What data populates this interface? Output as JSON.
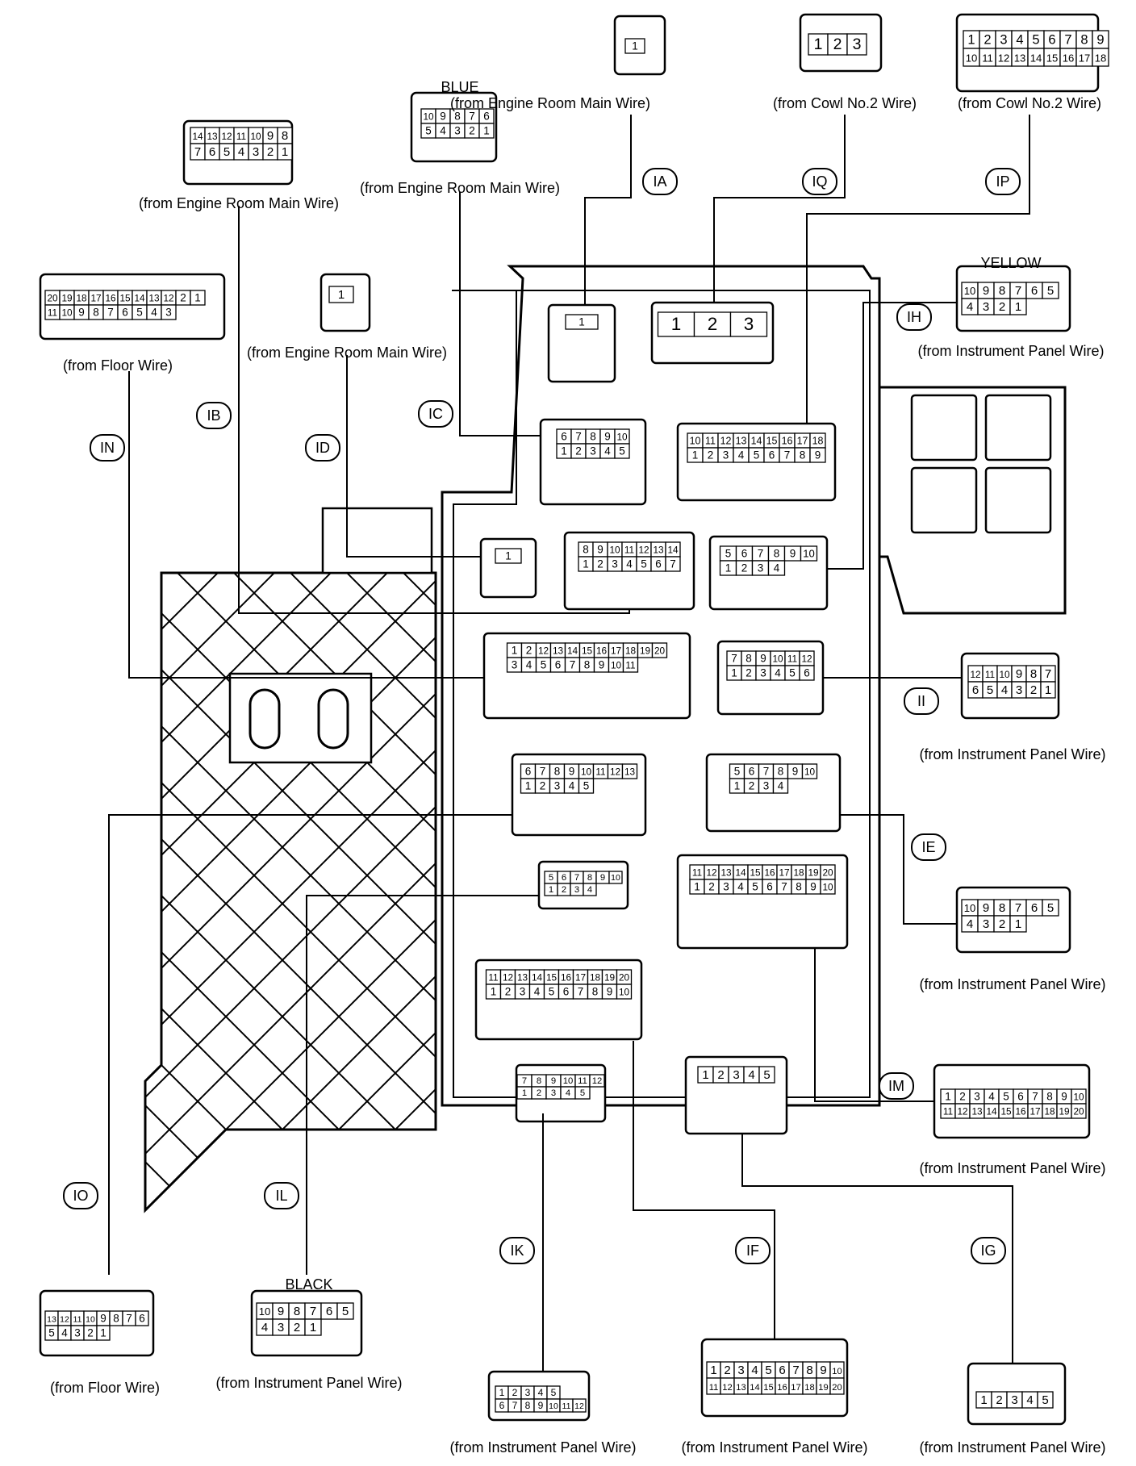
{
  "connectors": [
    {
      "code": "IA",
      "color": "",
      "source": "(from Engine Room Main Wire)",
      "pins": [
        [
          "1"
        ]
      ]
    },
    {
      "code": "IQ",
      "color": "",
      "source": "(from Cowl No.2 Wire)",
      "pins": [
        [
          "1",
          "2",
          "3"
        ]
      ]
    },
    {
      "code": "IP",
      "color": "",
      "source": "(from Cowl No.2 Wire)",
      "pins": [
        [
          "1",
          "2",
          "3",
          "4",
          "5",
          "6",
          "7",
          "8",
          "9"
        ],
        [
          "10",
          "11",
          "12",
          "13",
          "14",
          "15",
          "16",
          "17",
          "18"
        ]
      ]
    },
    {
      "code": "IB",
      "color": "",
      "source": "(from Engine Room Main Wire)",
      "pins": [
        [
          "14",
          "13",
          "12",
          "11",
          "10",
          "9",
          "8"
        ],
        [
          "7",
          "6",
          "5",
          "4",
          "3",
          "2",
          "1"
        ]
      ]
    },
    {
      "code": "IC",
      "color": "BLUE",
      "source": "(from Engine Room Main Wire)",
      "pins": [
        [
          "10",
          "9",
          "8",
          "7",
          "6"
        ],
        [
          "5",
          "4",
          "3",
          "2",
          "1"
        ]
      ]
    },
    {
      "code": "IN",
      "color": "",
      "source": "(from Floor Wire)",
      "pins": [
        [
          "20",
          "19",
          "18",
          "17",
          "16",
          "15",
          "14",
          "13",
          "12",
          "2",
          "1"
        ],
        [
          "11",
          "10",
          "9",
          "8",
          "7",
          "6",
          "5",
          "4",
          "3"
        ]
      ]
    },
    {
      "code": "ID",
      "color": "",
      "source": "(from Engine Room Main Wire)",
      "pins": [
        [
          "1"
        ]
      ]
    },
    {
      "code": "IH",
      "color": "YELLOW",
      "source": "(from Instrument Panel Wire)",
      "pins": [
        [
          "10",
          "9",
          "8",
          "7",
          "6",
          "5"
        ],
        [
          "4",
          "3",
          "2",
          "1"
        ]
      ]
    },
    {
      "code": "II",
      "color": "",
      "source": "(from Instrument Panel Wire)",
      "pins": [
        [
          "12",
          "11",
          "10",
          "9",
          "8",
          "7"
        ],
        [
          "6",
          "5",
          "4",
          "3",
          "2",
          "1"
        ]
      ]
    },
    {
      "code": "IE",
      "color": "",
      "source": "(from Instrument Panel Wire)",
      "pins": [
        [
          "10",
          "9",
          "8",
          "7",
          "6",
          "5"
        ],
        [
          "4",
          "3",
          "2",
          "1"
        ]
      ]
    },
    {
      "code": "IM",
      "color": "",
      "source": "(from Instrument Panel Wire)",
      "pins": [
        [
          "1",
          "2",
          "3",
          "4",
          "5",
          "6",
          "7",
          "8",
          "9",
          "10"
        ],
        [
          "11",
          "12",
          "13",
          "14",
          "15",
          "16",
          "17",
          "18",
          "19",
          "20"
        ]
      ]
    },
    {
      "code": "IO",
      "color": "",
      "source": "(from Floor Wire)",
      "pins": [
        [
          "13",
          "12",
          "11",
          "10",
          "9",
          "8",
          "7",
          "6"
        ],
        [
          "5",
          "4",
          "3",
          "2",
          "1"
        ]
      ]
    },
    {
      "code": "IL",
      "color": "BLACK",
      "source": "(from Instrument Panel Wire)",
      "pins": [
        [
          "10",
          "9",
          "8",
          "7",
          "6",
          "5"
        ],
        [
          "4",
          "3",
          "2",
          "1"
        ]
      ]
    },
    {
      "code": "IK",
      "color": "",
      "source": "(from Instrument Panel Wire)",
      "pins": [
        [
          "1",
          "2",
          "3",
          "4",
          "5"
        ],
        [
          "6",
          "7",
          "8",
          "9",
          "10",
          "11",
          "12"
        ]
      ]
    },
    {
      "code": "IF",
      "color": "",
      "source": "(from Instrument Panel Wire)",
      "pins": [
        [
          "1",
          "2",
          "3",
          "4",
          "5",
          "6",
          "7",
          "8",
          "9",
          "10"
        ],
        [
          "11",
          "12",
          "13",
          "14",
          "15",
          "16",
          "17",
          "18",
          "19",
          "20"
        ]
      ]
    },
    {
      "code": "IG",
      "color": "",
      "source": "(from Instrument Panel Wire)",
      "pins": [
        [
          "1",
          "2",
          "3",
          "4",
          "5"
        ]
      ]
    }
  ],
  "junction_block": {
    "slots": [
      {
        "pins": [
          [
            "1"
          ]
        ]
      },
      {
        "pins": [
          [
            "1",
            "2",
            "3"
          ]
        ]
      },
      {
        "pins": [
          [
            "6",
            "7",
            "8",
            "9",
            "10"
          ],
          [
            "1",
            "2",
            "3",
            "4",
            "5"
          ]
        ]
      },
      {
        "pins": [
          [
            "10",
            "11",
            "12",
            "13",
            "14",
            "15",
            "16",
            "17",
            "18"
          ],
          [
            "1",
            "2",
            "3",
            "4",
            "5",
            "6",
            "7",
            "8",
            "9"
          ]
        ]
      },
      {
        "pins": [
          [
            "1"
          ]
        ]
      },
      {
        "pins": [
          [
            "8",
            "9",
            "10",
            "11",
            "12",
            "13",
            "14"
          ],
          [
            "1",
            "2",
            "3",
            "4",
            "5",
            "6",
            "7"
          ]
        ]
      },
      {
        "pins": [
          [
            "5",
            "6",
            "7",
            "8",
            "9",
            "10"
          ],
          [
            "1",
            "2",
            "3",
            "4"
          ]
        ]
      },
      {
        "pins": [
          [
            "1",
            "2",
            "12",
            "13",
            "14",
            "15",
            "16",
            "17",
            "18",
            "19",
            "20"
          ],
          [
            "3",
            "4",
            "5",
            "6",
            "7",
            "8",
            "9",
            "10",
            "11"
          ]
        ]
      },
      {
        "pins": [
          [
            "7",
            "8",
            "9",
            "10",
            "11",
            "12"
          ],
          [
            "1",
            "2",
            "3",
            "4",
            "5",
            "6"
          ]
        ]
      },
      {
        "pins": [
          [
            "6",
            "7",
            "8",
            "9",
            "10",
            "11",
            "12",
            "13"
          ],
          [
            "1",
            "2",
            "3",
            "4",
            "5"
          ]
        ]
      },
      {
        "pins": [
          [
            "5",
            "6",
            "7",
            "8",
            "9",
            "10"
          ],
          [
            "1",
            "2",
            "3",
            "4"
          ]
        ]
      },
      {
        "pins": [
          [
            "5",
            "6",
            "7",
            "8",
            "9",
            "10"
          ],
          [
            "1",
            "2",
            "3",
            "4"
          ]
        ]
      },
      {
        "pins": [
          [
            "11",
            "12",
            "13",
            "14",
            "15",
            "16",
            "17",
            "18",
            "19",
            "20"
          ],
          [
            "1",
            "2",
            "3",
            "4",
            "5",
            "6",
            "7",
            "8",
            "9",
            "10"
          ]
        ]
      },
      {
        "pins": [
          [
            "11",
            "12",
            "13",
            "14",
            "15",
            "16",
            "17",
            "18",
            "19",
            "20"
          ],
          [
            "1",
            "2",
            "3",
            "4",
            "5",
            "6",
            "7",
            "8",
            "9",
            "10"
          ]
        ]
      },
      {
        "pins": [
          [
            "7",
            "8",
            "9",
            "10",
            "11",
            "12"
          ],
          [
            "1",
            "2",
            "3",
            "4",
            "5"
          ]
        ]
      },
      {
        "pins": [
          [
            "1",
            "2",
            "3",
            "4",
            "5"
          ]
        ]
      }
    ]
  }
}
